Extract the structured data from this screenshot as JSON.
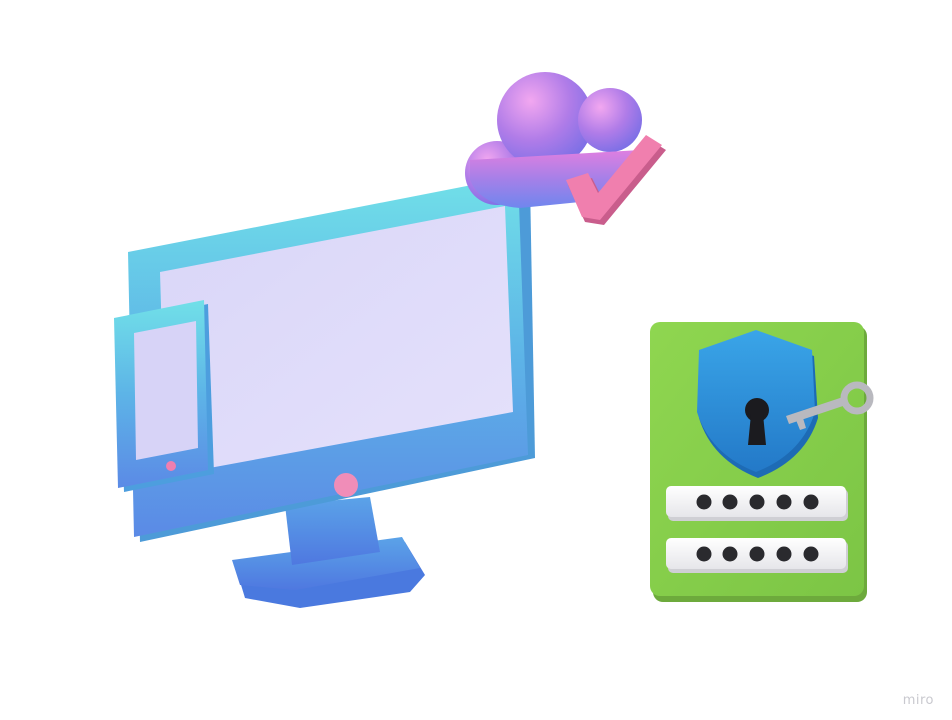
{
  "watermark": {
    "text": "miro"
  },
  "icons": {
    "monitor": "desktop-monitor-icon",
    "phone": "smartphone-icon",
    "cloud": "cloud-icon",
    "check": "checkmark-icon",
    "card": "password-card-icon",
    "shield": "shield-icon",
    "keyhole": "keyhole-icon",
    "key": "key-icon"
  },
  "password_fields": [
    {
      "masked_chars": 5
    },
    {
      "masked_chars": 5
    }
  ],
  "colors": {
    "monitor_frame": "#5fb0e6",
    "monitor_screen": "#dcd8f7",
    "phone_screen": "#d7d3f7",
    "power_button": "#f28cb7",
    "cloud": "#a77be8",
    "check": "#ef7fab",
    "card": "#8bd04e",
    "shield": "#2f8fd6",
    "dot": "#2c2c2c"
  }
}
